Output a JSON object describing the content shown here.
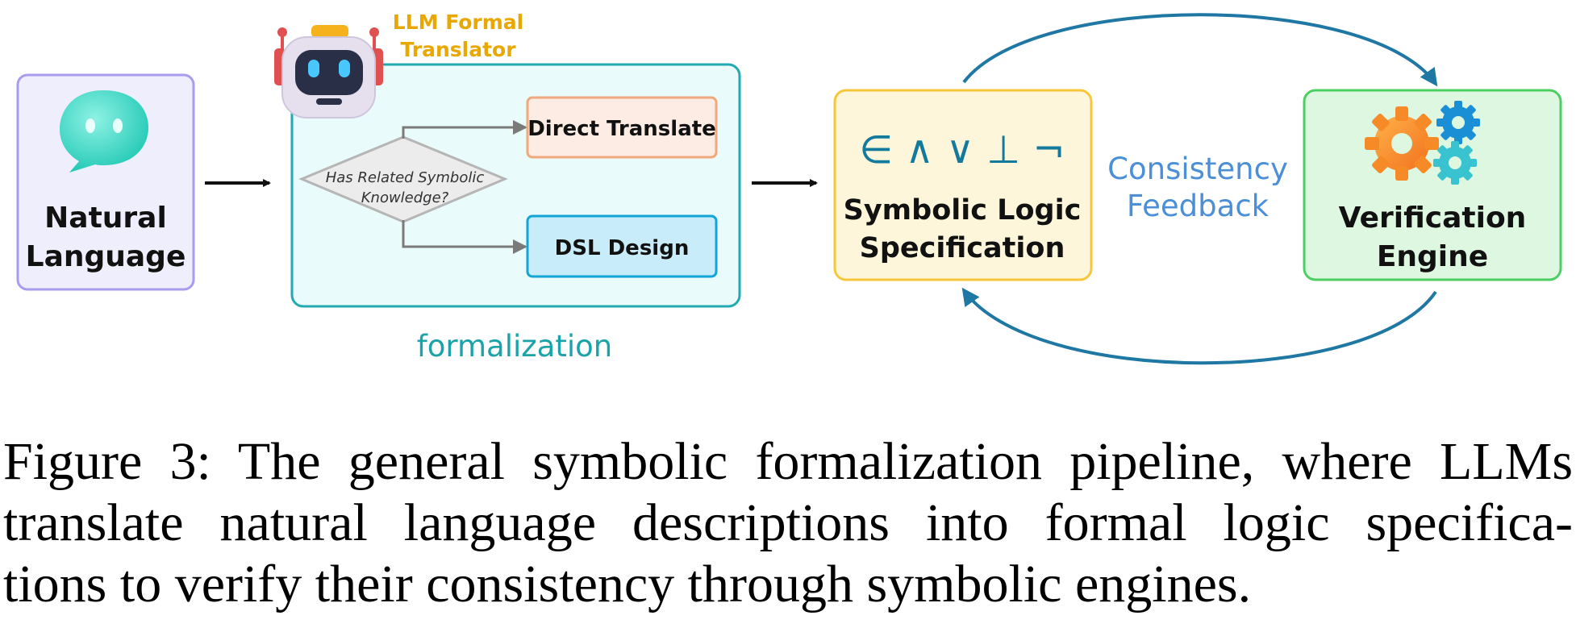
{
  "colors": {
    "nl_fill": "#efeefc",
    "nl_stroke": "#a99bf0",
    "form_fill": "#e9fbfb",
    "form_stroke": "#22aab0",
    "direct_fill": "#fdece3",
    "direct_stroke": "#f0a87c",
    "dsl_fill": "#c8ecf9",
    "dsl_stroke": "#12a6d8",
    "sym_fill": "#fef6da",
    "sym_stroke": "#f7c63b",
    "ver_fill": "#def7e0",
    "ver_stroke": "#4ccf62",
    "feedback_arrow": "#1f77a3",
    "feedback_text": "#4a8fd8",
    "formalization_text": "#1aa3a8",
    "translator_text": "#e8a800"
  },
  "icons": {
    "chat": "chat-bubble-icon",
    "robot": "robot-icon",
    "gears": "gears-icon"
  },
  "natural_language": {
    "line1": "Natural",
    "line2": "Language"
  },
  "translator": {
    "line1": "LLM Formal",
    "line2": "Translator"
  },
  "decision": {
    "line1": "Has Related Symbolic",
    "line2": "Knowledge?"
  },
  "direct_translate": "Direct Translate",
  "dsl_design": "DSL Design",
  "formalization_label": "formalization",
  "symbols": "∈ ∧ ∨ ⊥ ¬",
  "symbolic_spec": {
    "line1": "Symbolic Logic",
    "line2": "Specification"
  },
  "feedback": {
    "line1": "Consistency",
    "line2": "Feedback"
  },
  "verification": {
    "line1": "Verification",
    "line2": "Engine"
  },
  "caption": {
    "line1": "Figure 3: The general symbolic formalization pipeline, where LLMs",
    "line2": "translate natural language descriptions into formal logic specifica-",
    "line3": "tions to verify their consistency through symbolic engines."
  }
}
